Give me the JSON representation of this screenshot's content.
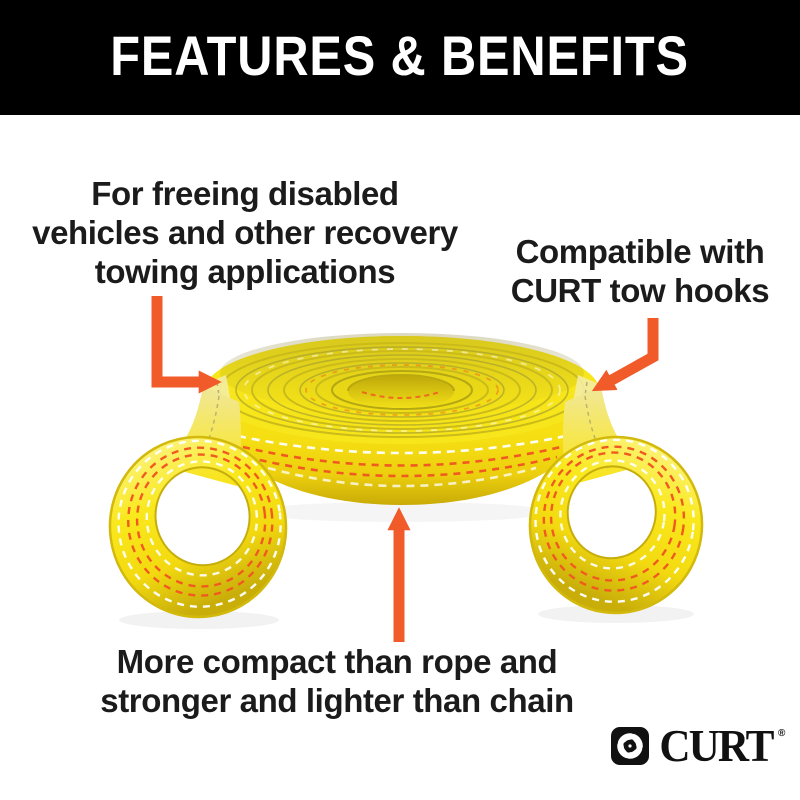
{
  "banner": {
    "title": "FEATURES & BENEFITS"
  },
  "callouts": {
    "left": {
      "lines": [
        "For freeing disabled",
        "vehicles and other recovery",
        "towing applications"
      ]
    },
    "right": {
      "lines": [
        "Compatible with",
        "CURT tow hooks"
      ]
    },
    "bottom": {
      "lines": [
        "More compact than rope and",
        "stronger and lighter than chain"
      ]
    }
  },
  "product": {
    "image": "coiled-yellow-tow-strap-with-loop-ends"
  },
  "logo": {
    "wordmark": "CURT",
    "registered": "®",
    "icon": "curt-pinwheel-icon"
  },
  "colors": {
    "background": "#ffffff",
    "banner_bg": "#000000",
    "banner_text": "#ffffff",
    "body_text": "#1b1b1b",
    "arrow": "#f15a29",
    "strap_yellow": "#f8e416",
    "strap_shadow": "#c9ae0a",
    "stitch_orange": "#f05a20",
    "stitch_white": "#ffffff",
    "logo_black": "#111111"
  }
}
